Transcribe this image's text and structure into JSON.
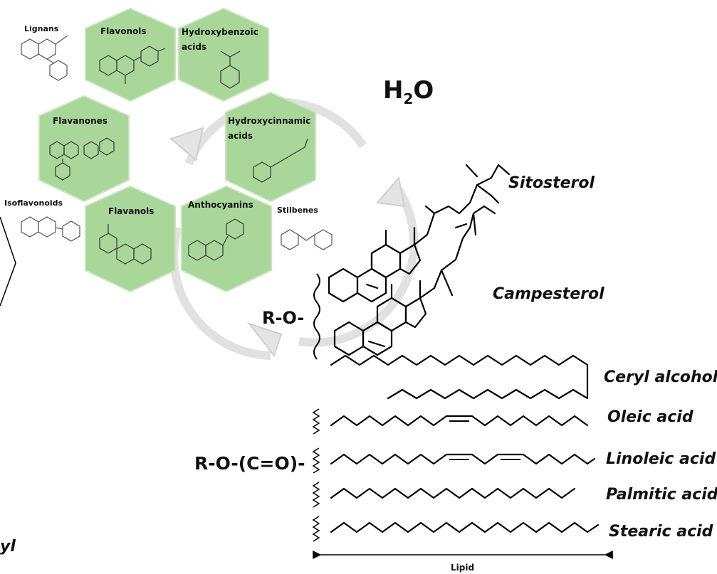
{
  "polyphenols": {
    "lignans": "Lignans",
    "flavonols": "Flavonols",
    "hydroxybenzoic_1": "Hydroxybenzoic",
    "hydroxybenzoic_2": "acids",
    "flavanones": "Flavanones",
    "hydroxycinnamic_1": "Hydroxycinnamic",
    "hydroxycinnamic_2": "acids",
    "isoflavonoids": "Isoflavonoids",
    "flavanols": "Flavanols",
    "anthocyanins": "Anthocyanins",
    "stilbenes": "Stilbenes"
  },
  "water": {
    "h": "H",
    "sub": "2",
    "o": "O"
  },
  "sterols": {
    "sitosterol": "Sitosterol",
    "campesterol": "Campesterol",
    "ether_group": "R-O-"
  },
  "lipids": {
    "ceryl_alcohol": "Ceryl alcohol",
    "oleic": "Oleic acid",
    "linoleic": "Linoleic acid",
    "palmitic": "Palmitic acid",
    "stearic": "Stearic acid",
    "ester_group": "R-O-(C=O)-",
    "axis_label": "Lipid"
  },
  "cutoff_text": "yl"
}
